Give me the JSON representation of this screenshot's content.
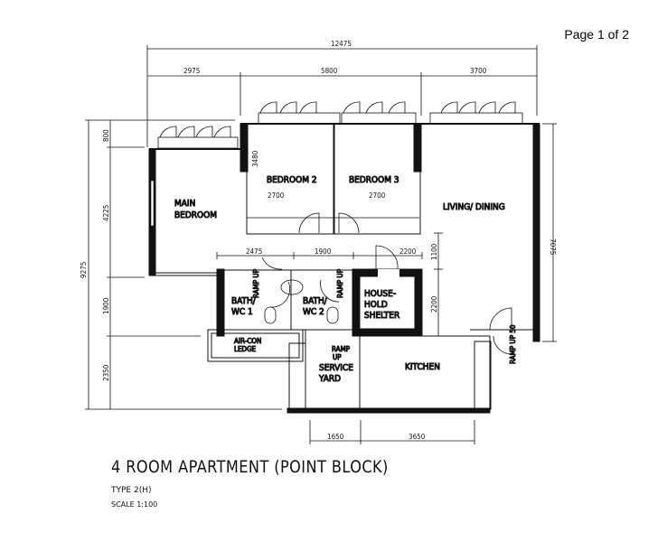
{
  "page_indicator": "Page 1 of 2",
  "title": "4 ROOM APARTMENT (POINT BLOCK)",
  "type": "TYPE 2(H)",
  "scale": "SCALE  1:100",
  "rooms": {
    "main_bedroom": [
      "MAIN",
      "BEDROOM"
    ],
    "bedroom2": "BEDROOM 2",
    "bedroom3": "BEDROOM 3",
    "living": "LIVING/ DINING",
    "bath1": [
      "BATH/",
      "WC 1"
    ],
    "bath2": [
      "BATH/",
      "WC 2"
    ],
    "shelter": [
      "HOUSE-",
      "HOLD",
      "SHELTER"
    ],
    "aircon": [
      "AIR-CON",
      "LEDGE"
    ],
    "service": [
      "SERVICE",
      "YARD"
    ],
    "kitchen": "KITCHEN",
    "ramp_yard": [
      "RAMP",
      "UP"
    ],
    "ramp_bath": "RAMP UP",
    "ramp_entry": "RAMP UP 50"
  },
  "dimensions": {
    "overall_width": "12475",
    "top": [
      "2975",
      "5800",
      "3700"
    ],
    "bedroom_width": "3480",
    "bedroom2_w": "2700",
    "bedroom3_w": "2700",
    "corridor": [
      "2475",
      "1900",
      "2200"
    ],
    "right_small": [
      "1100",
      "2200"
    ],
    "left_overall": "9275",
    "left": [
      "800",
      "4225",
      "1900",
      "2350"
    ],
    "right_overall": "7075",
    "bottom": [
      "1650",
      "3650"
    ]
  }
}
